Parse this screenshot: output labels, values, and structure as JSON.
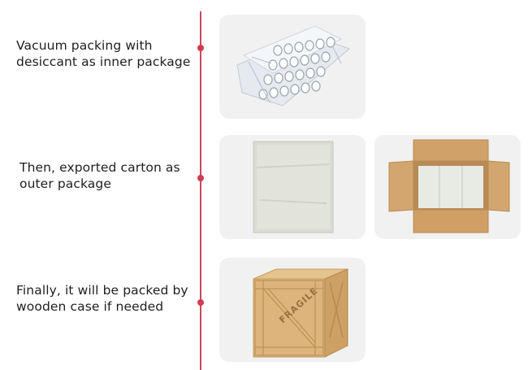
{
  "steps": [
    {
      "line1": "Vacuum packing with",
      "line2": "desiccant as inner package"
    },
    {
      "line1": "Then, exported carton as",
      "line2": "outer package"
    },
    {
      "line1": "Finally, it will be packed by",
      "line2": "wooden case if needed"
    }
  ],
  "crate_stamp": "FRAGILE",
  "colors": {
    "accent": "#d23c52",
    "card_bg": "#f1f1f1",
    "text": "#1e1e1e",
    "wood": "#d8b27a",
    "carton": "#c99a63"
  },
  "icons": [
    "vacuum-pack-image",
    "sealed-carton-image",
    "open-carton-image",
    "wooden-crate-image"
  ]
}
